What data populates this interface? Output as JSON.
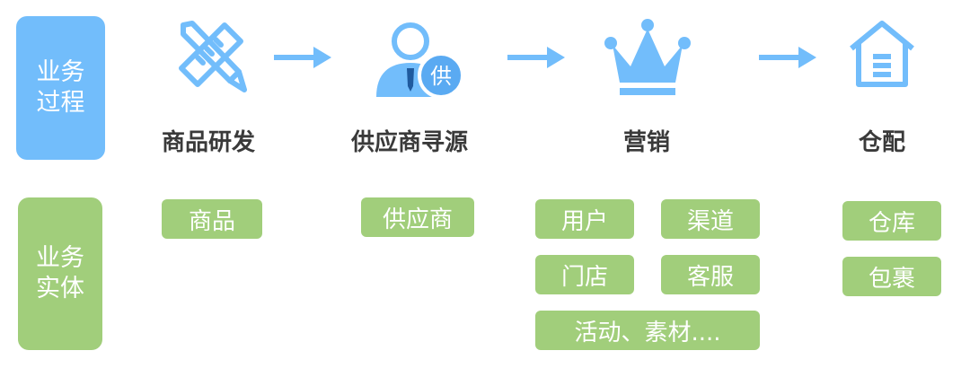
{
  "side_labels": {
    "process": {
      "line1": "业务",
      "line2": "过程"
    },
    "entity": {
      "line1": "业务",
      "line2": "实体"
    }
  },
  "steps": [
    {
      "title": "商品研发",
      "icon": "pencil-ruler-icon"
    },
    {
      "title": "供应商寻源",
      "icon": "supplier-person-icon",
      "badge": "供"
    },
    {
      "title": "营销",
      "icon": "crown-icon"
    },
    {
      "title": "仓配",
      "icon": "warehouse-icon"
    }
  ],
  "entities": {
    "product_dev": [
      "商品"
    ],
    "supplier": [
      "供应商"
    ],
    "marketing": [
      "用户",
      "渠道",
      "门店",
      "客服",
      "活动、素材...."
    ],
    "warehouse": [
      "仓库",
      "包裹"
    ]
  },
  "colors": {
    "blue": "#72bdfb",
    "green": "#a1ce7b",
    "title_text": "#3a3a3a"
  }
}
